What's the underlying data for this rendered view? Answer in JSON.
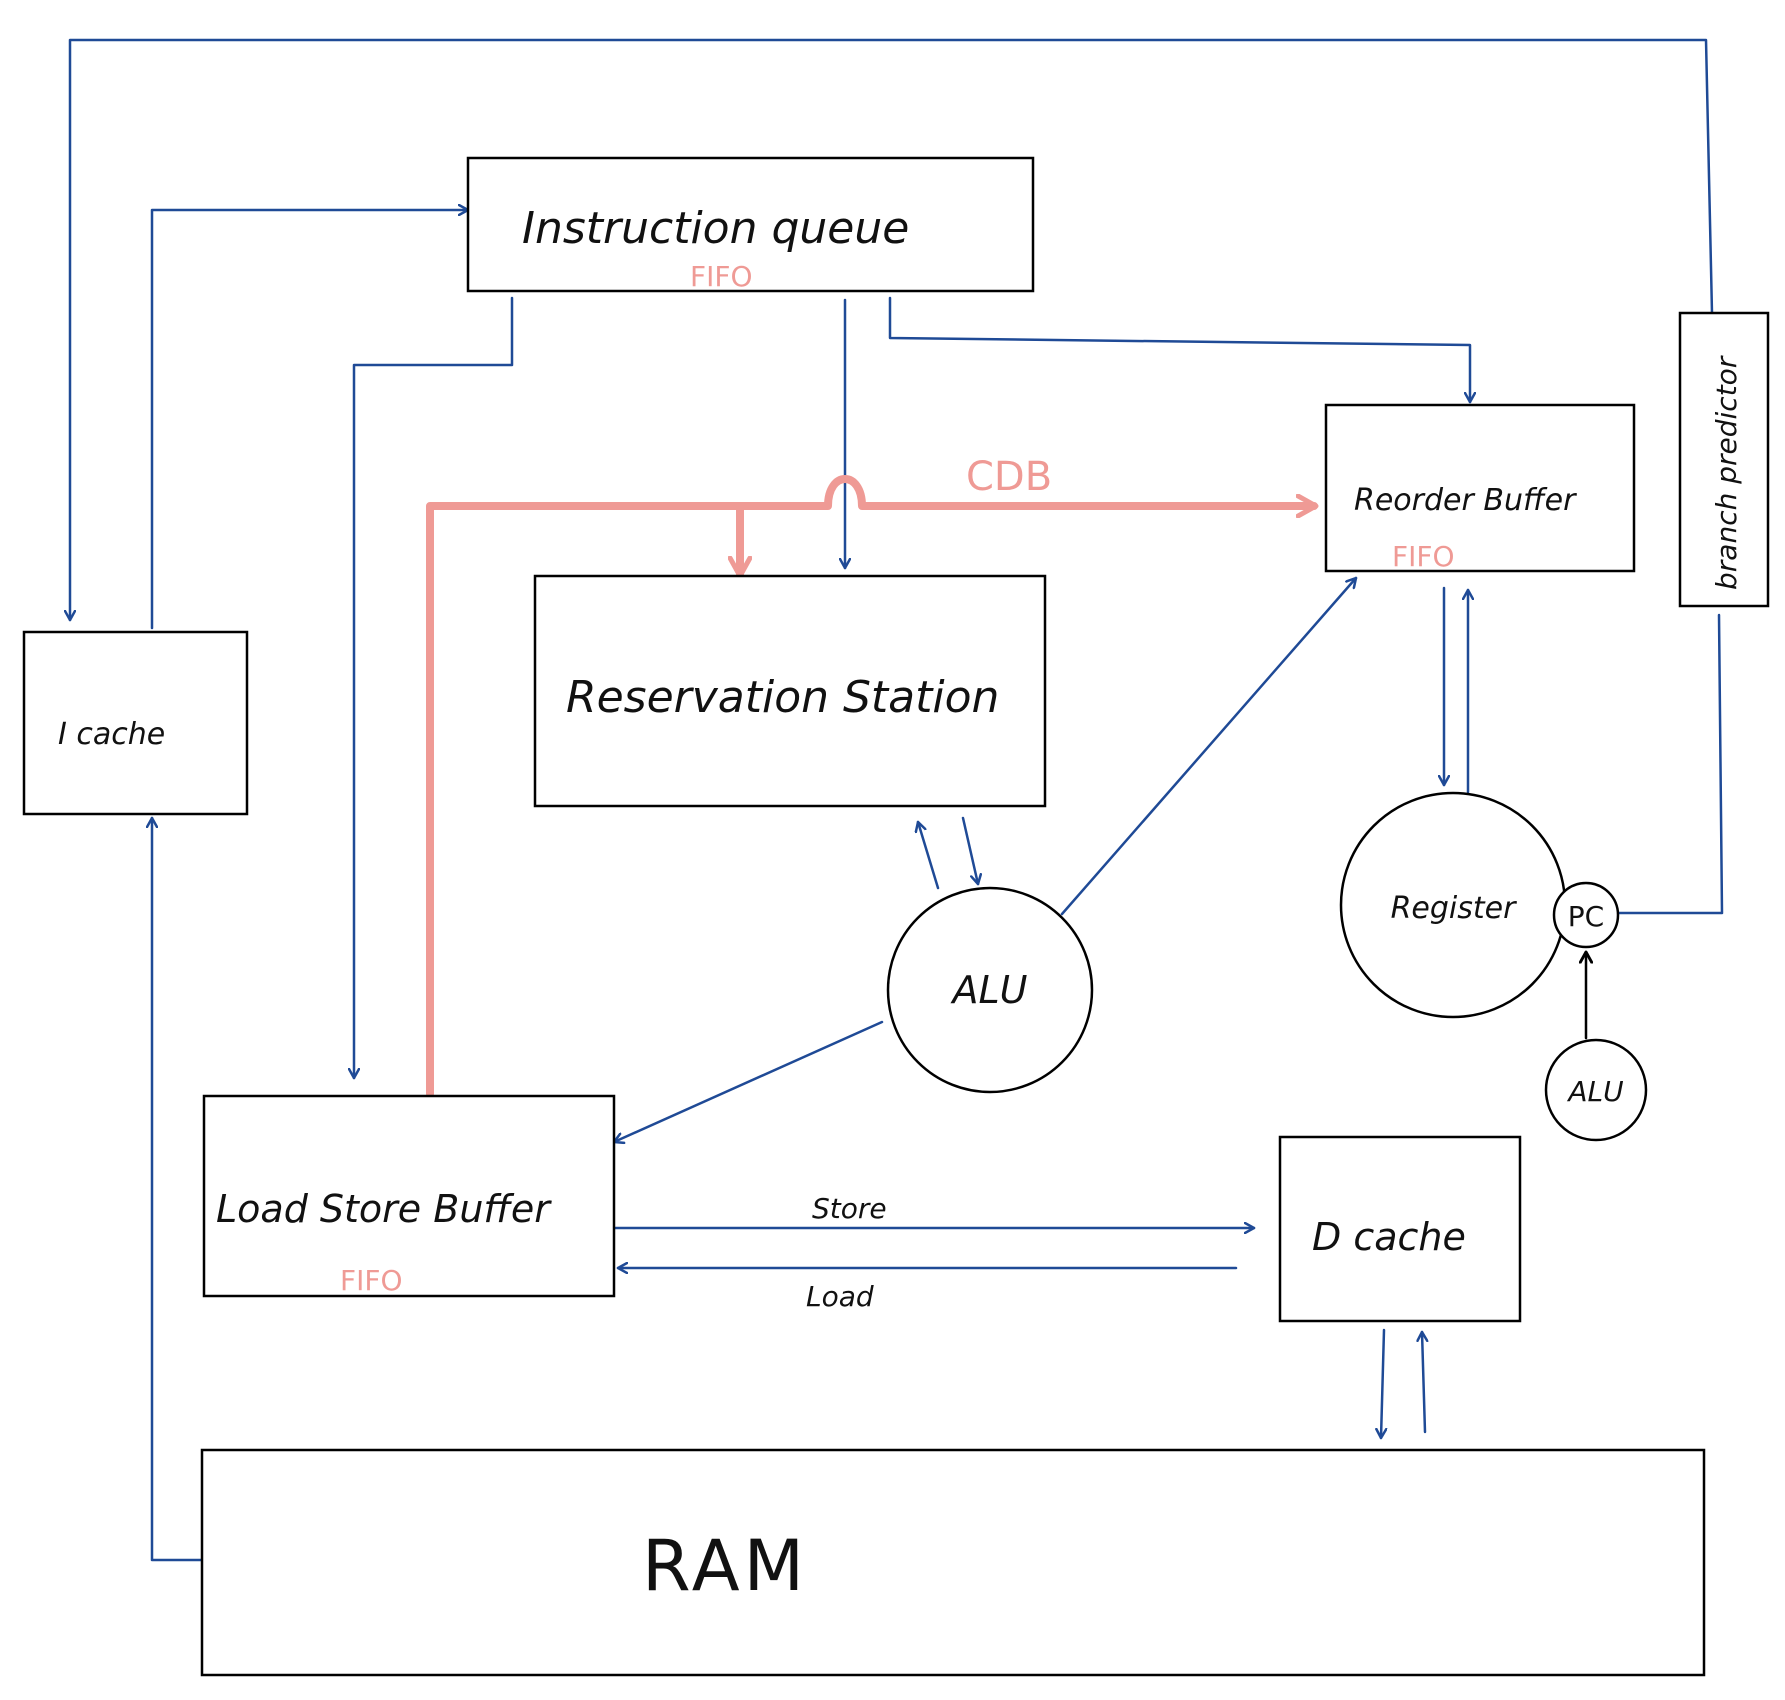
{
  "colors": {
    "wire": "#1f4a96",
    "cdb": "#ef9a95",
    "fifo": "#ef9a95",
    "outline": "#000000"
  },
  "blocks": {
    "instruction_queue": {
      "label": "Instruction queue",
      "tag": "FIFO"
    },
    "reorder_buffer": {
      "label": "Reorder Buffer",
      "tag": "FIFO"
    },
    "branch_predictor": {
      "label": "branch predictor"
    },
    "icache": {
      "label": "I cache"
    },
    "reservation_station": {
      "label": "Reservation Station"
    },
    "alu_main": {
      "label": "ALU"
    },
    "register": {
      "label": "Register"
    },
    "pc": {
      "label": "PC"
    },
    "alu_pc": {
      "label": "ALU"
    },
    "load_store_buffer": {
      "label": "Load Store Buffer",
      "tag": "FIFO"
    },
    "dcache": {
      "label": "D cache"
    },
    "ram": {
      "label": "RAM"
    }
  },
  "buses": {
    "cdb": {
      "label": "CDB"
    }
  },
  "links": {
    "store": {
      "label": "Store"
    },
    "load": {
      "label": "Load"
    }
  }
}
